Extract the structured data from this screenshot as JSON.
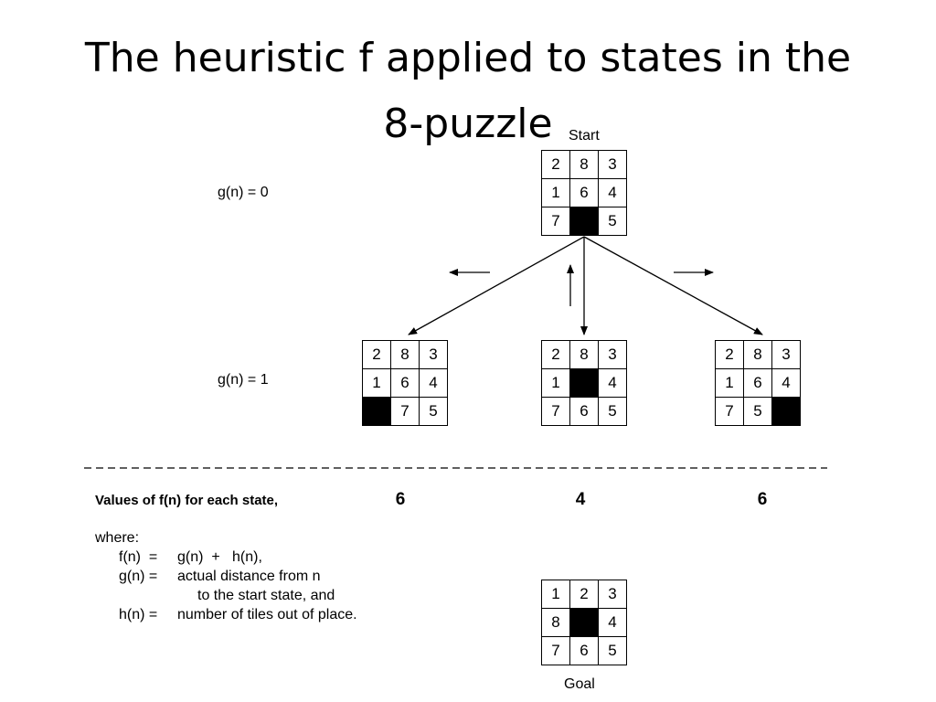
{
  "title": {
    "line1": "The heuristic f applied to states in the",
    "line2": "8-puzzle"
  },
  "labels": {
    "start": "Start",
    "goal": "Goal",
    "g0": "g(n) = 0",
    "g1": "g(n) = 1"
  },
  "boards": {
    "start": [
      [
        "2",
        "8",
        "3"
      ],
      [
        "1",
        "6",
        "4"
      ],
      [
        "7",
        "",
        "5"
      ]
    ],
    "child_left": [
      [
        "2",
        "8",
        "3"
      ],
      [
        "1",
        "6",
        "4"
      ],
      [
        "",
        "7",
        "5"
      ]
    ],
    "child_middle": [
      [
        "2",
        "8",
        "3"
      ],
      [
        "1",
        "",
        "4"
      ],
      [
        "7",
        "6",
        "5"
      ]
    ],
    "child_right": [
      [
        "2",
        "8",
        "3"
      ],
      [
        "1",
        "6",
        "4"
      ],
      [
        "7",
        "5",
        ""
      ]
    ],
    "goal": [
      [
        "1",
        "2",
        "3"
      ],
      [
        "8",
        "",
        "4"
      ],
      [
        "7",
        "6",
        "5"
      ]
    ]
  },
  "values": {
    "caption": "Values of f(n) for each state,",
    "left": "6",
    "middle": "4",
    "right": "6"
  },
  "where": {
    "heading": "where:",
    "f_lhs": "f(n)  =",
    "f_rhs": "g(n)  +   h(n),",
    "g_lhs": "g(n) =",
    "g_rhs1": "actual distance from n",
    "g_rhs2": "to the start state, and",
    "h_lhs": "h(n) =",
    "h_rhs": "number of tiles out of place."
  }
}
